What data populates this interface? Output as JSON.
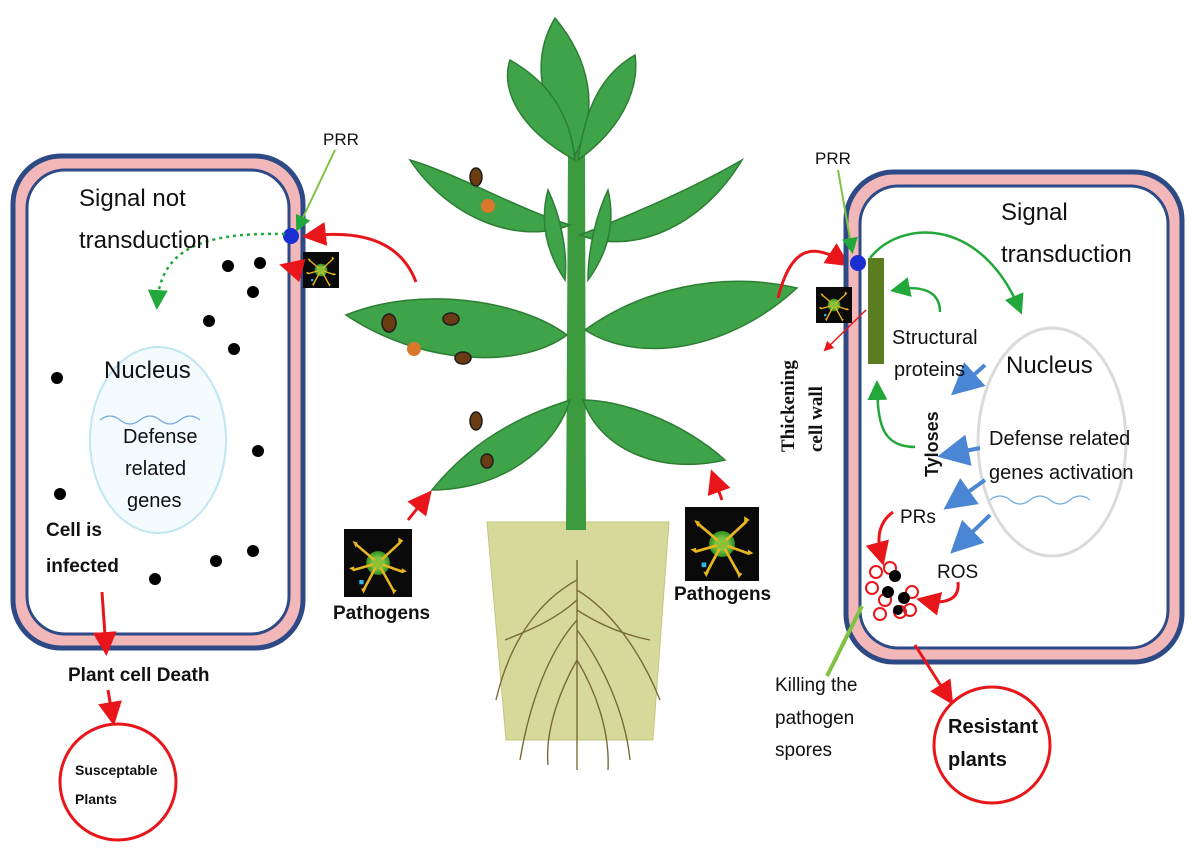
{
  "labels": {
    "prr_left": "PRR",
    "signal_not_line1": "Signal  not",
    "signal_not_line2": "transduction",
    "nucleus_left": "Nucleus",
    "defense_left_1": "Defense",
    "defense_left_2": "related",
    "defense_left_3": "genes",
    "cell_infected_1": "Cell is",
    "cell_infected_2": "infected",
    "plant_cell_death": "Plant cell Death",
    "susceptable_1": "Susceptable",
    "susceptable_2": "Plants",
    "pathogens_left": "Pathogens",
    "pathogens_right": "Pathogens",
    "prr_right": "PRR",
    "signal_right_1": "Signal",
    "signal_right_2": "transduction",
    "thickening_1": "Thickening",
    "thickening_2": "cell wall",
    "structural_1": "Structural",
    "structural_2": "proteins",
    "nucleus_right": "Nucleus",
    "tyloses": "Tyloses",
    "defense_right_1": "Defense related",
    "defense_right_2": "genes activation",
    "prs": "PRs",
    "ros": "ROS",
    "killing_1": "Killing the",
    "killing_2": "pathogen",
    "killing_3": "spores",
    "resistant_1": "Resistant",
    "resistant_2": "plants"
  },
  "colors": {
    "cell_outer": "#2d4a86",
    "cell_wall": "#f2b7b9",
    "red_arrow": "#e8161b",
    "green_arrow": "#22a83a",
    "blue_arrow": "#4a86d4",
    "prr_dot": "#1a2fd1",
    "thick_wall": "#5a7d1f",
    "leaf": "#3fa34a",
    "pot": "#d6d99a"
  }
}
